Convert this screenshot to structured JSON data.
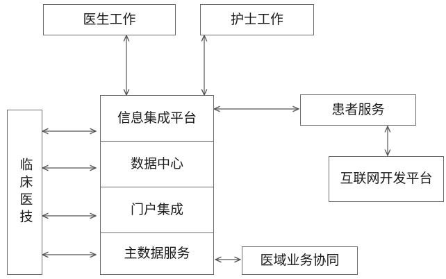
{
  "nodes": {
    "doctor": "医生工作",
    "nurse": "护士工作",
    "clinical": "临床医技",
    "integration_platform": "信息集成平台",
    "data_center": "数据中心",
    "portal": "门户集成",
    "master_data": "主数据服务",
    "patient_service": "患者服务",
    "internet_platform": "互联网开发平台",
    "regional": "医域业务协同"
  },
  "colors": {
    "line": "#6b6b6b",
    "text": "#1a1a1a"
  }
}
